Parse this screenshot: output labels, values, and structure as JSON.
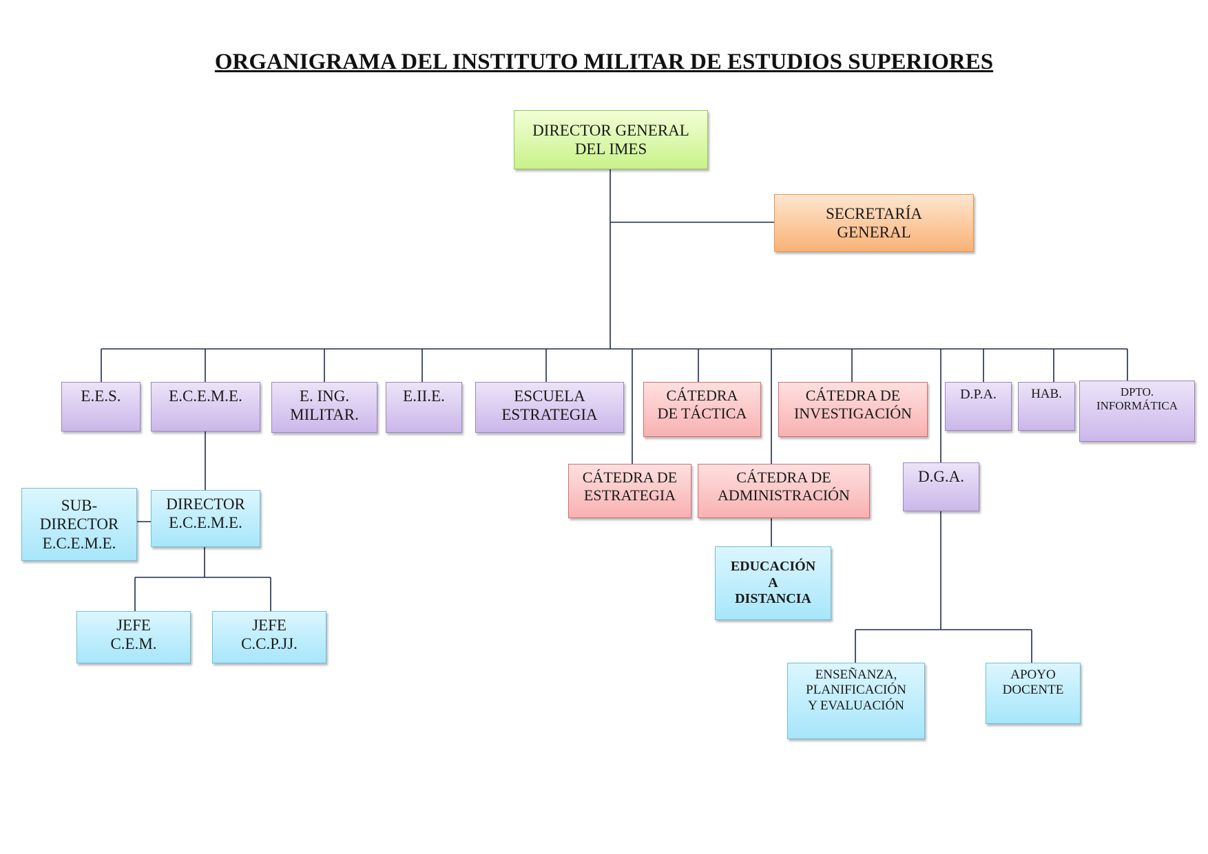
{
  "title": "ORGANIGRAMA DEL INSTITUTO MILITAR DE ESTUDIOS SUPERIORES",
  "nodes": {
    "director_general": "DIRECTOR GENERAL\nDEL IMES",
    "secretaria_general": "SECRETARÍA\nGENERAL",
    "ees": "E.E.S.",
    "eceme": "E.C.E.M.E.",
    "e_ing_militar": "E. ING.\nMILITAR.",
    "eiie": "E.II.E.",
    "escuela_estrategia": "ESCUELA\nESTRATEGIA",
    "catedra_tactica": "CÁTEDRA\nDE TÁCTICA",
    "catedra_investigacion": "CÁTEDRA DE\nINVESTIGACIÓN",
    "dpa": "D.P.A.",
    "hab": "HAB.",
    "dpto_informatica": "DPTO.\nINFORMÁTICA",
    "catedra_estrategia": "CÁTEDRA DE\nESTRATEGIA",
    "catedra_administracion": "CÁTEDRA DE\nADMINISTRACIÓN",
    "dga": "D.G.A.",
    "subdirector_eceme": "SUB-\nDIRECTOR\nE.C.E.M.E.",
    "director_eceme": "DIRECTOR\nE.C.E.M.E.",
    "educacion_distancia": "EDUCACIÓN\nA\nDISTANCIA",
    "jefe_cem": "JEFE\nC.E.M.",
    "jefe_ccpjj": "JEFE\nC.C.P.JJ.",
    "ensenanza": "ENSEÑANZA,\nPLANIFICACIÓN\nY EVALUACIÓN",
    "apoyo_docente": "APOYO\nDOCENTE"
  },
  "colors": {
    "green": "#c9f28a",
    "orange": "#f9b277",
    "purple": "#cbb7ea",
    "red": "#f8b1b1",
    "cyan": "#a7e6fa",
    "connector": "#1f2a44"
  }
}
